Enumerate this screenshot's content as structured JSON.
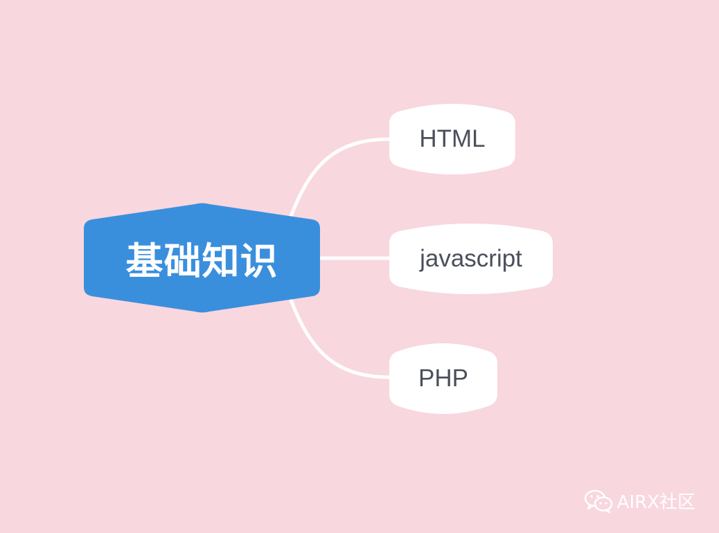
{
  "colors": {
    "background": "#f8d7df",
    "root_fill": "#3a8fdd",
    "root_text": "#ffffff",
    "child_fill": "#ffffff",
    "child_text": "#4a4f5a",
    "connector": "#ffffff"
  },
  "root": {
    "label": "基础知识"
  },
  "children": [
    {
      "label": "HTML"
    },
    {
      "label": "javascript"
    },
    {
      "label": "PHP"
    }
  ],
  "watermark": {
    "icon": "wechat-icon",
    "label": "AIRX社区"
  }
}
